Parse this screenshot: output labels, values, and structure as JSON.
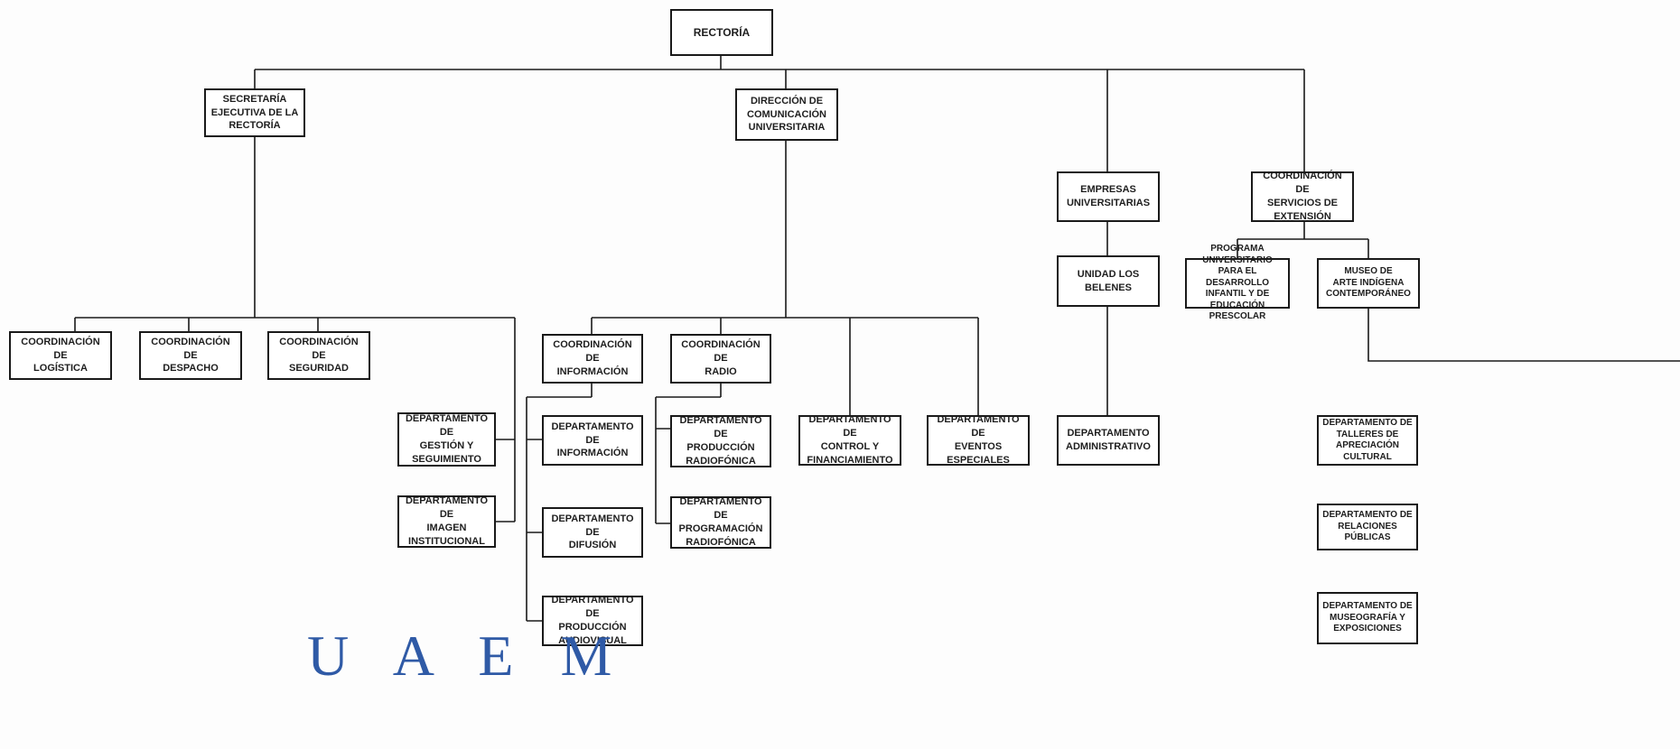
{
  "org": {
    "rectoria": "RECTORÍA",
    "secretaria": "SECRETARÍA\nEJECUTIVA DE LA\nRECTORÍA",
    "direccion": "DIRECCIÓN DE\nCOMUNICACIÓN\nUNIVERSITARIA",
    "empresas": "EMPRESAS\nUNIVERSITARIAS",
    "extension": "COORDINACIÓN DE\nSERVICIOS DE\nEXTENSIÓN",
    "belenes": "UNIDAD LOS BELENES",
    "programa": "PROGRAMA UNIVERSITARIO\nPARA EL DESARROLLO\nINFANTIL Y DE EDUCACIÓN\nPRESCOLAR",
    "museo": "MUSEO DE\nARTE INDÍGENA\nCONTEMPORÁNEO",
    "logistica": "COORDINACIÓN DE\nLOGÍSTICA",
    "despacho": "COORDINACIÓN DE\nDESPACHO",
    "seguridad": "COORDINACIÓN DE\nSEGURIDAD",
    "gestion": "DEPARTAMENTO DE\nGESTIÓN Y\nSEGUIMIENTO",
    "imagen": "DEPARTAMENTO DE\nIMAGEN INSTITUCIONAL",
    "coord_informacion": "COORDINACIÓN DE\nINFORMACIÓN",
    "coord_radio": "COORDINACIÓN DE\nRADIO",
    "depto_informacion": "DEPARTAMENTO DE\nINFORMACIÓN",
    "difusion": "DEPARTAMENTO DE\nDIFUSIÓN",
    "audiovisual": "DEPARTAMENTO DE\nPRODUCCIÓN\nAUDIOVISUAL",
    "prod_radio": "DEPARTAMENTO DE\nPRODUCCIÓN\nRADIOFÓNICA",
    "prog_radio": "DEPARTAMENTO DE\nPROGRAMACIÓN\nRADIOFÓNICA",
    "control": "DEPARTAMENTO DE\nCONTROL Y\nFINANCIAMIENTO",
    "eventos": "DEPARTAMENTO DE\nEVENTOS ESPECIALES",
    "administrativo": "DEPARTAMENTO\nADMINISTRATIVO",
    "talleres": "DEPARTAMENTO DE\nTALLERES DE\nAPRECIACIÓN CULTURAL",
    "relaciones": "DEPARTAMENTO DE\nRELACIONES PÚBLICAS",
    "museografia": "DEPARTAMENTO DE\nMUSEOGRAFÍA Y\nEXPOSICIONES"
  },
  "logo": "UAEM"
}
